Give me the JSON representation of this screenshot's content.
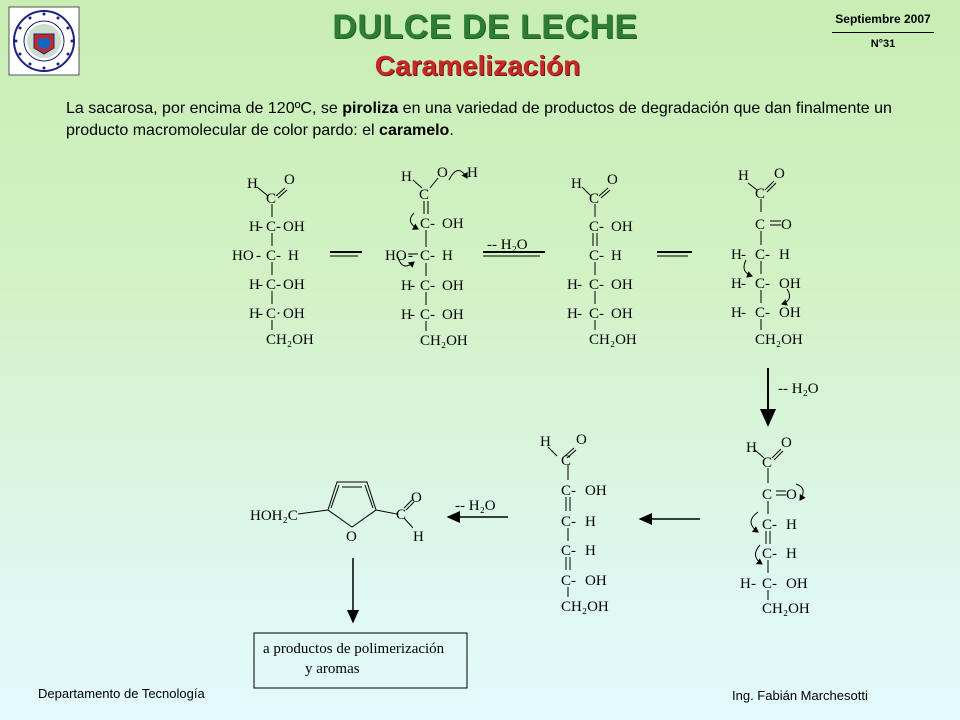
{
  "header": {
    "title": "DULCE DE LECHE",
    "subtitle": "Caramelización",
    "date": "Septiembre 2007",
    "number": "N°31"
  },
  "intro": {
    "p1": "La sacarosa, por encima de 120ºC, se ",
    "b1": "piroliza",
    "p2": " en una variedad de productos de degradación que dan finalmente un producto macromolecular de color pardo: el ",
    "b2": "caramelo",
    "p3": "."
  },
  "reaction": {
    "water_loss": "-- H₂O",
    "final_product_line1": "a productos de polimerización",
    "final_product_line2": "y aromas",
    "furan_left": "HOH₂C",
    "hydroxymethyl": "CH₂OH"
  },
  "footer": {
    "left": "Departamento de Tecnología",
    "right": "Ing. Fabián Marchesotti"
  }
}
